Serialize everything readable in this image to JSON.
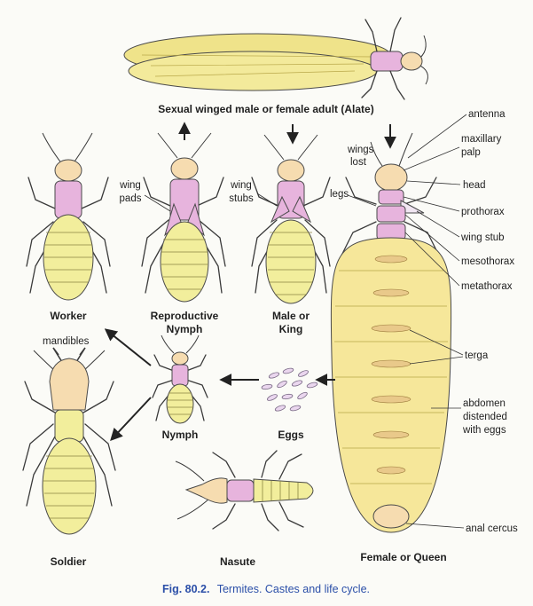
{
  "figure": {
    "caption_number": "Fig. 80.2.",
    "caption_text": "Termites. Castes and life cycle."
  },
  "labels": {
    "alate": "Sexual winged male or female adult (Alate)",
    "worker": "Worker",
    "reproductive_nymph_1": "Reproductive",
    "reproductive_nymph_2": "Nymph",
    "male_1": "Male or",
    "male_2": "King",
    "queen": "Female or Queen",
    "soldier": "Soldier",
    "nasute": "Nasute",
    "nymph": "Nymph",
    "eggs": "Eggs",
    "mandibles": "mandibles",
    "wing_pads_1": "wing",
    "wing_pads_2": "pads",
    "wing_stubs_1": "wing",
    "wing_stubs_2": "stubs",
    "wings_lost_1": "wings",
    "wings_lost_2": "lost",
    "legs": "legs",
    "antenna": "antenna",
    "maxillary_1": "maxillary",
    "maxillary_2": "palp",
    "head": "head",
    "prothorax": "prothorax",
    "wing_stub": "wing stub",
    "mesothorax": "mesothorax",
    "metathorax": "metathorax",
    "terga": "terga",
    "abdomen_1": "abdomen",
    "abdomen_2": "distended",
    "abdomen_3": "with eggs",
    "anal_cercus": "anal cercus"
  },
  "colors": {
    "head": "#f6dcb0",
    "thorax": "#e7b4dd",
    "abdomen": "#f2ee9c",
    "queen_abdomen": "#f6e79a",
    "wing": "#f0e68c",
    "caption": "#2b4fa8"
  }
}
